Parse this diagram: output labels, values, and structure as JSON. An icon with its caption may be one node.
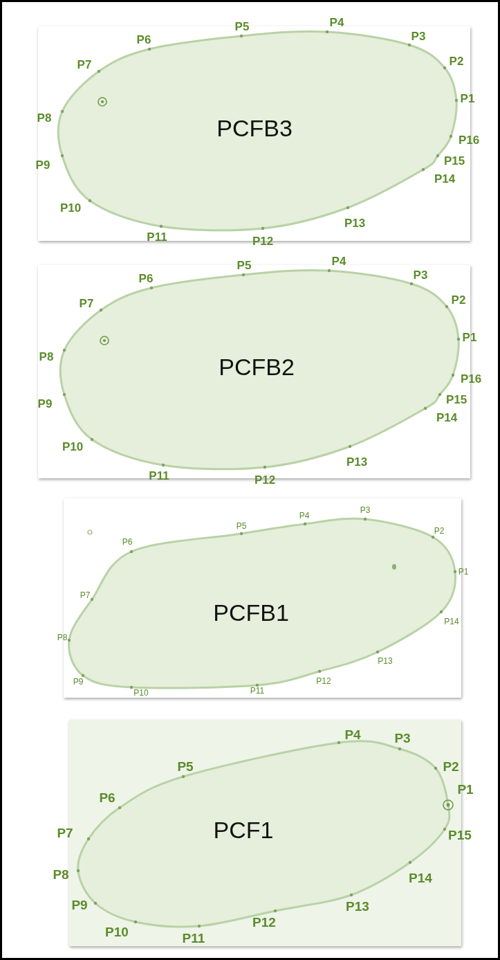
{
  "diagram": {
    "nodes": [
      {
        "text": [],
        "shape": "box"
      },
      {
        "text": [
          "PCFB3"
        ],
        "in": 0,
        "beside": [
          "P1",
          "P2",
          "P3",
          "P4",
          "P5",
          "P6",
          "P7",
          "P8",
          "P9",
          "P10",
          "P11",
          "P12",
          "P13",
          "P14",
          "P15",
          "P16"
        ]
      },
      {
        "text": [],
        "shape": "box"
      },
      {
        "text": [
          "PCFB2"
        ],
        "in": 2,
        "beside": [
          "P1",
          "P2",
          "P3",
          "P4",
          "P5",
          "P6",
          "P7",
          "P8",
          "P9",
          "P10",
          "P11",
          "P12",
          "P13",
          "P14",
          "P15",
          "P16"
        ]
      },
      {
        "text": [],
        "shape": "box"
      },
      {
        "text": [
          "PCFB1"
        ],
        "in": 4,
        "beside": [
          "P1",
          "P2",
          "P3",
          "P4",
          "P5",
          "P6",
          "P7",
          "P8",
          "P9",
          "P10",
          "P11",
          "P12",
          "P13",
          "P14"
        ]
      },
      {
        "text": [],
        "shape": "box"
      },
      {
        "text": [
          "PCF1"
        ],
        "in": 6,
        "beside": [
          "P1",
          "P2",
          "P3",
          "P4",
          "P5",
          "P6",
          "P7",
          "P8",
          "P9",
          "P10",
          "P11",
          "P12",
          "P13",
          "P14",
          "P15"
        ]
      }
    ]
  }
}
